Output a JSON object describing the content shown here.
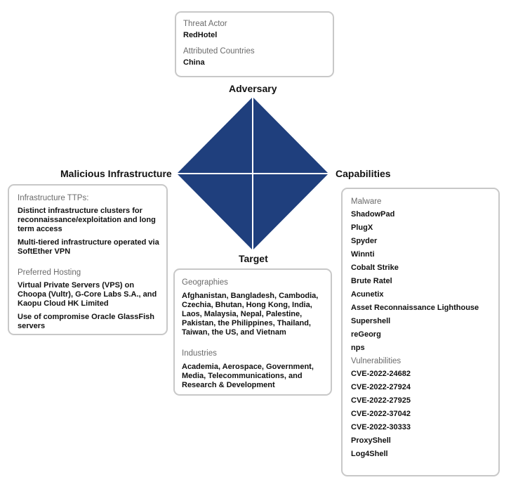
{
  "adversary": {
    "vertex_label": "Adversary",
    "threat_actor_label": "Threat Actor",
    "threat_actor_value": "RedHotel",
    "countries_label": "Attributed Countries",
    "countries_value": "China"
  },
  "infrastructure": {
    "vertex_label": "Malicious Infrastructure",
    "ttps_label": "Infrastructure TTPs:",
    "ttps": [
      "Distinct infrastructure clusters for reconnaissance/exploitation and long term access",
      "Multi-tiered infrastructure operated via SoftEther VPN"
    ],
    "hosting_label": "Preferred Hosting",
    "hosting": [
      "Virtual Private Servers (VPS) on Choopa (Vultr), G-Core Labs S.A., and Kaopu Cloud HK Limited",
      "Use of compromise Oracle GlassFish servers"
    ]
  },
  "target": {
    "vertex_label": "Target",
    "geographies_label": "Geographies",
    "geographies_value": "Afghanistan, Bangladesh, Cambodia, Czechia, Bhutan, Hong Kong, India, Laos, Malaysia, Nepal, Palestine, Pakistan, the Philippines, Thailand, Taiwan, the US, and Vietnam",
    "industries_label": "Industries",
    "industries_value": "Academia, Aerospace, Government, Media, Telecommunications, and Research &  Development"
  },
  "capabilities": {
    "vertex_label": "Capabilities",
    "malware_label": "Malware",
    "malware": [
      "ShadowPad",
      "PlugX",
      "Spyder",
      "Winnti",
      "Cobalt Strike",
      "Brute Ratel",
      "Acunetix",
      "Asset Reconnaissance Lighthouse",
      "Supershell",
      "reGeorg",
      "nps"
    ],
    "vulnerabilities_label": "Vulnerabilities",
    "vulnerabilities": [
      "CVE-2022-24682",
      "CVE-2022-27924",
      "CVE-2022-27925",
      "CVE-2022-37042",
      "CVE-2022-30333",
      "ProxyShell",
      "Log4Shell"
    ]
  },
  "colors": {
    "diamond_fill": "#1f3f7d",
    "diamond_lines": "#ffffff",
    "box_border": "#c8c8c8",
    "label_gray": "#6b6b6b"
  }
}
